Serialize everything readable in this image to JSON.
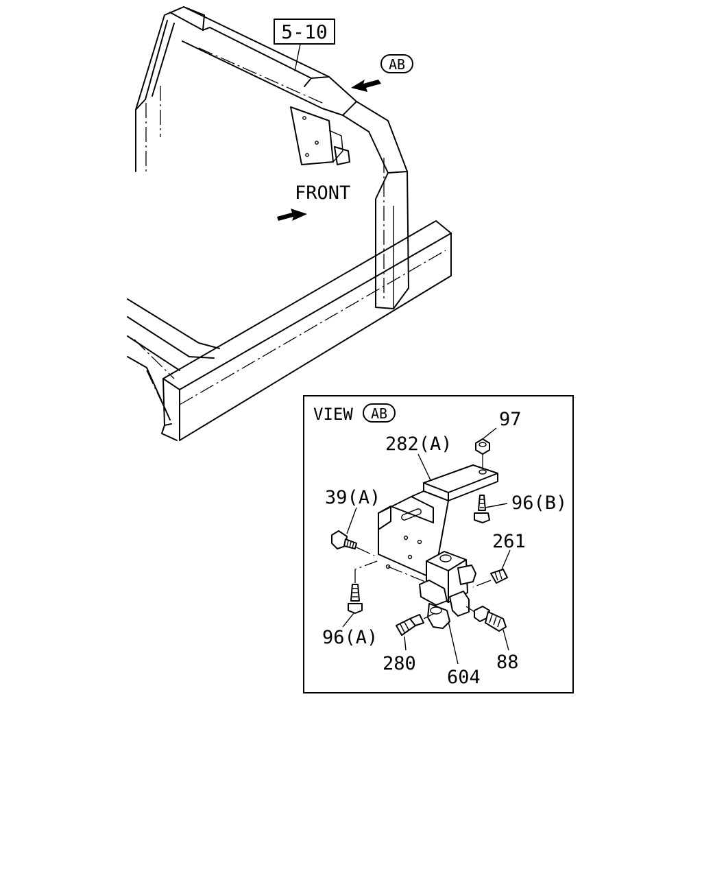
{
  "callouts": {
    "ref_box": "5-10",
    "view_marker_top": "AB",
    "front": "FRONT",
    "view_word": "VIEW",
    "view_marker_inset": "AB"
  },
  "parts": {
    "p97": "97",
    "p282a": "282(A)",
    "p39a": "39(A)",
    "p96b": "96(B)",
    "p261": "261",
    "p96a": "96(A)",
    "p280": "280",
    "p604": "604",
    "p88": "88"
  }
}
